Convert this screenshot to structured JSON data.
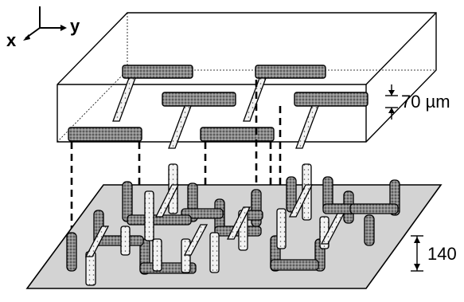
{
  "labels": {
    "axis_x": "x",
    "axis_y": "y",
    "dim_top": "70 µm",
    "dim_bottom": "140"
  },
  "colors": {
    "ink": "#000000",
    "top_bar": "#6e6e6e",
    "substrate": "#d3d3d3",
    "pillar_dark": "#8a8a8a",
    "pillar_light": "#f2f2f2"
  }
}
